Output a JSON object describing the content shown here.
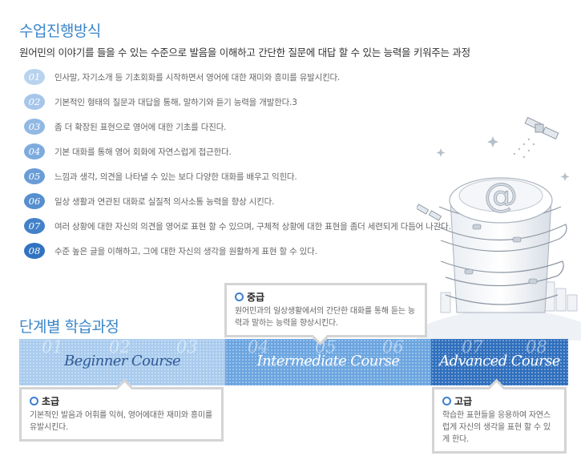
{
  "section1": {
    "title": "수업진행방식",
    "intro": "원어민의 이야기를 들을 수 있는 수준으로 발음을 이해하고 간단한 질문에 대답 할 수 있는 능력을 키워주는 과정"
  },
  "steps": [
    {
      "num": "01",
      "text": "인사말, 자기소개 등 기초회화를 시작하면서 영어에 대한 재미와 흥미를 유발시킨다.",
      "color": "#b9d3ef"
    },
    {
      "num": "02",
      "text": "기본적인 형태의 질문과 대답을 통해, 말하기와 듣기 능력을 개발한다.3",
      "color": "#a6c6ea"
    },
    {
      "num": "03",
      "text": "좀 더 확장된 표현으로 영어에 대한 기초를 다진다.",
      "color": "#92b8e4"
    },
    {
      "num": "04",
      "text": "기본 대화를 통해 영어 회화에 자연스럽게 접근한다.",
      "color": "#7eabde"
    },
    {
      "num": "05",
      "text": "느낌과 생각, 의견을 나타낼 수 있는 보다 다양한 대화를 배우고 익힌다.",
      "color": "#6a9dd7"
    },
    {
      "num": "06",
      "text": "일상 생활과 연관된 대화로 실질적 의사소통 능력을 향상 시킨다.",
      "color": "#568fd0"
    },
    {
      "num": "07",
      "text": "여러 상황에 대한 자신의 의견을 영어로 표현 할 수 있으며, 구체적 상황에 대한 표현을 좀더 세련되게 다듬어 나간다.",
      "color": "#4381c9"
    },
    {
      "num": "08",
      "text": "수준 높은 글을 이해하고, 그에 대한 자신의 생각을 원활하게 표현 할 수 있다.",
      "color": "#3173c1"
    }
  ],
  "section2": {
    "title": "단계별 학습과정"
  },
  "courses": [
    {
      "name": "Beginner Course",
      "nums": [
        "01",
        "02",
        "03"
      ],
      "color": "#a9cbee"
    },
    {
      "name": "Intermediate Course",
      "nums": [
        "04",
        "05",
        "06"
      ],
      "color": "#6ba5e0"
    },
    {
      "name": "Advanced Course",
      "nums": [
        "07",
        "08"
      ],
      "color": "#2f6fbd"
    }
  ],
  "callouts": {
    "beginner": {
      "title": "초급",
      "desc": "기본적인 발음과 어휘를 익혀, 영어에대한 재미와 흥미를 유발시킨다."
    },
    "intermediate": {
      "title": "중급",
      "desc": "원어민과의 일상생활에서의 간단한 대화를 통해 듣는 능력과 말하는 능력을 향상시킨다."
    },
    "advanced": {
      "title": "고급",
      "desc": "학습한 표현들을 응용하여 자연스럽게 자신의 생각을 표현 할 수 있게 한다."
    }
  },
  "illustration": {
    "icon": "at-sign-tower-illustration"
  }
}
